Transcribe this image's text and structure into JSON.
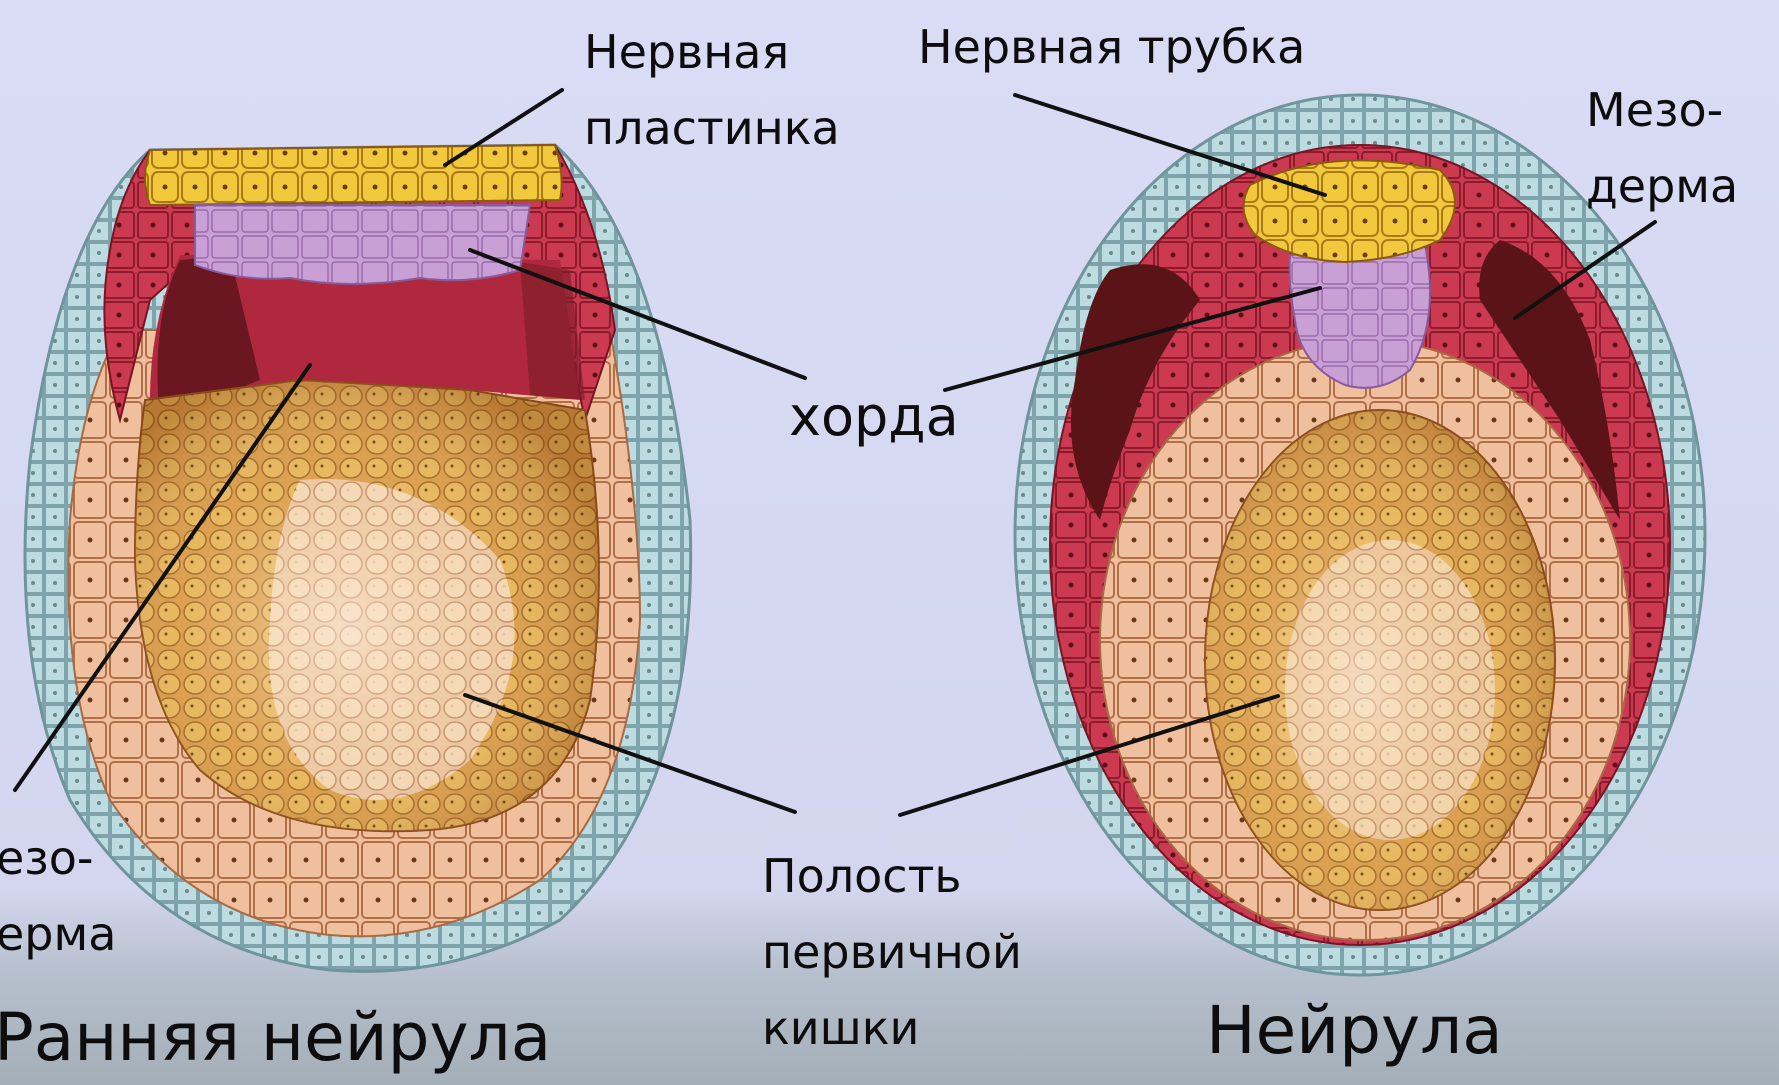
{
  "colors": {
    "background_top": "#d9dcf5",
    "background_bottom": "#a7b2bc",
    "ectoderm": "#b8d9df",
    "neural": "#f0c838",
    "mesoderm": "#c8344c",
    "mesoderm_dark": "#6e1a20",
    "chorda": "#c59ad0",
    "endoderm_light": "#f2c9b8",
    "endoderm": "#e8b44e",
    "yolk": "#d08a3e",
    "gut_cavity": "#f3dcc8",
    "leader": "#111111"
  },
  "labels": {
    "neural_plate": "Нервная\nпластинка",
    "neural_tube": "Нервная трубка",
    "mesoderm_right": "Мезо-\nдерма",
    "chorda": "хорда",
    "mesoderm_left": "езо-\nерма",
    "gut_cavity": "Полость\nпервичной\nкишки",
    "early_neurula": "Ранняя нейрула",
    "neurula": "Нейрула"
  }
}
